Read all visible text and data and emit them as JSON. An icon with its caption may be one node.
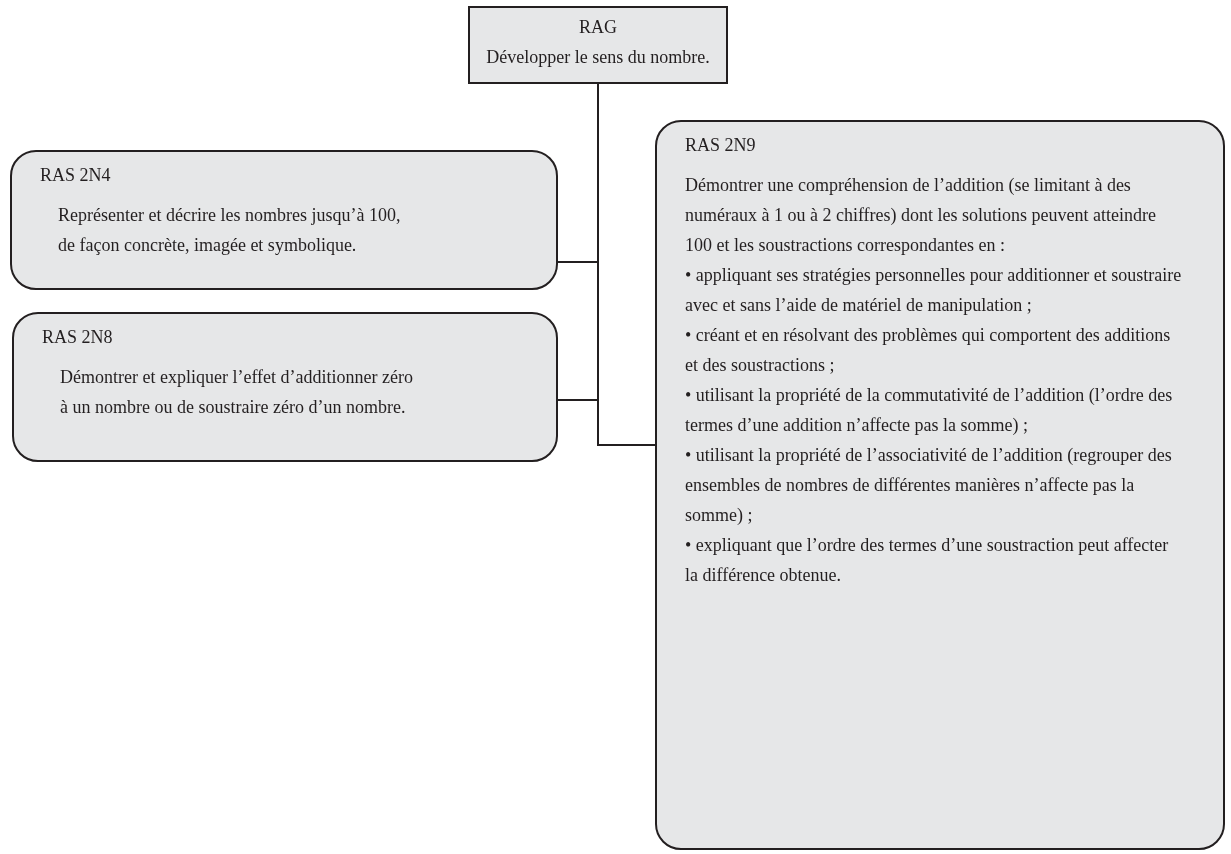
{
  "diagram": {
    "nodes": [
      {
        "text": [
          "RAG",
          "Développer le sens du nombre."
        ]
      },
      {
        "text": [
          "RAS 2N4",
          "Représenter et décrire les nombres jusqu’à 100, de façon concrète, imagée et symbolique."
        ]
      },
      {
        "text": [
          "RAS 2N8",
          "Démontrer et expliquer l’effet d’additionner zéro à un nombre ou de soustraire zéro d’un nombre."
        ]
      },
      {
        "text": [
          "RAS 2N9",
          "Démontrer une compréhension de l’addition (se limitant à des numéraux à 1 ou à 2 chiffres) dont les solutions peuvent atteindre 100 et les soustractions correspondantes en :",
          "• appliquant ses stratégies personnelles pour additionner et soustraire avec et sans l’aide de matériel de manipulation ;",
          "• créant et en résolvant des problèmes qui comportent des additions et des soustractions ;",
          "• utilisant la propriété de la commutativité de l’addition (l’ordre des termes d’une addition n’affecte pas la somme) ;",
          "• utilisant la propriété de l’associativité de l’addition (regrouper des ensembles de nombres de différentes manières n’affecte pas la somme) ;",
          "• expliquant que l’ordre des termes d’une soustraction peut affecter la différence obtenue."
        ]
      }
    ],
    "edges": [
      {
        "from": 0,
        "to": 1,
        "arrow": "none"
      },
      {
        "from": 0,
        "to": 2,
        "arrow": "none"
      },
      {
        "from": 0,
        "to": 3,
        "arrow": "none"
      }
    ]
  }
}
